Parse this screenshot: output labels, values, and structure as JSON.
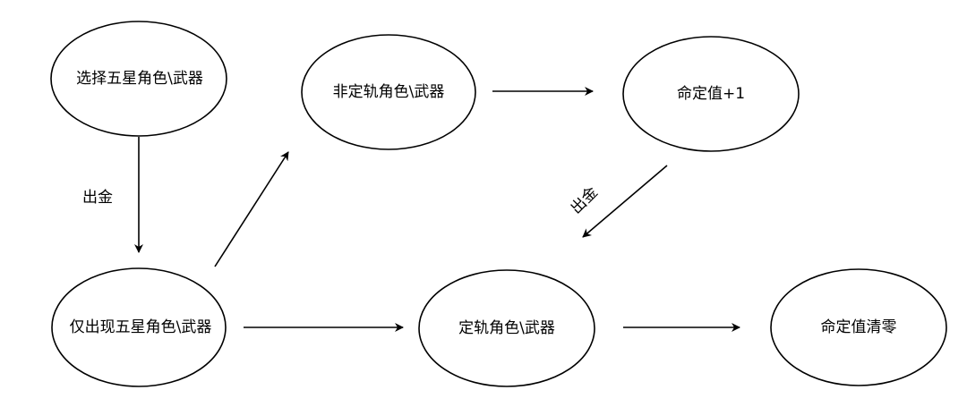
{
  "nodes": [
    {
      "id": "select",
      "label": "选择五星角色\\武器"
    },
    {
      "id": "only5",
      "label": "仅出现五星角色\\武器"
    },
    {
      "id": "nonfeatured",
      "label": "非定轨角色\\武器"
    },
    {
      "id": "fate_plus",
      "label": "命定值+1"
    },
    {
      "id": "featured",
      "label": "定轨角色\\武器"
    },
    {
      "id": "fate_reset",
      "label": "命定值清零"
    }
  ],
  "edges": [
    {
      "from": "select",
      "to": "only5",
      "label": "出金"
    },
    {
      "from": "only5",
      "to": "nonfeatured",
      "label": ""
    },
    {
      "from": "nonfeatured",
      "to": "fate_plus",
      "label": ""
    },
    {
      "from": "fate_plus",
      "to": "featured",
      "label": "出金"
    },
    {
      "from": "only5",
      "to": "featured",
      "label": ""
    },
    {
      "from": "featured",
      "to": "fate_reset",
      "label": ""
    }
  ],
  "colors": {
    "stroke": "#000000",
    "fill": "#ffffff",
    "text": "#000000"
  }
}
